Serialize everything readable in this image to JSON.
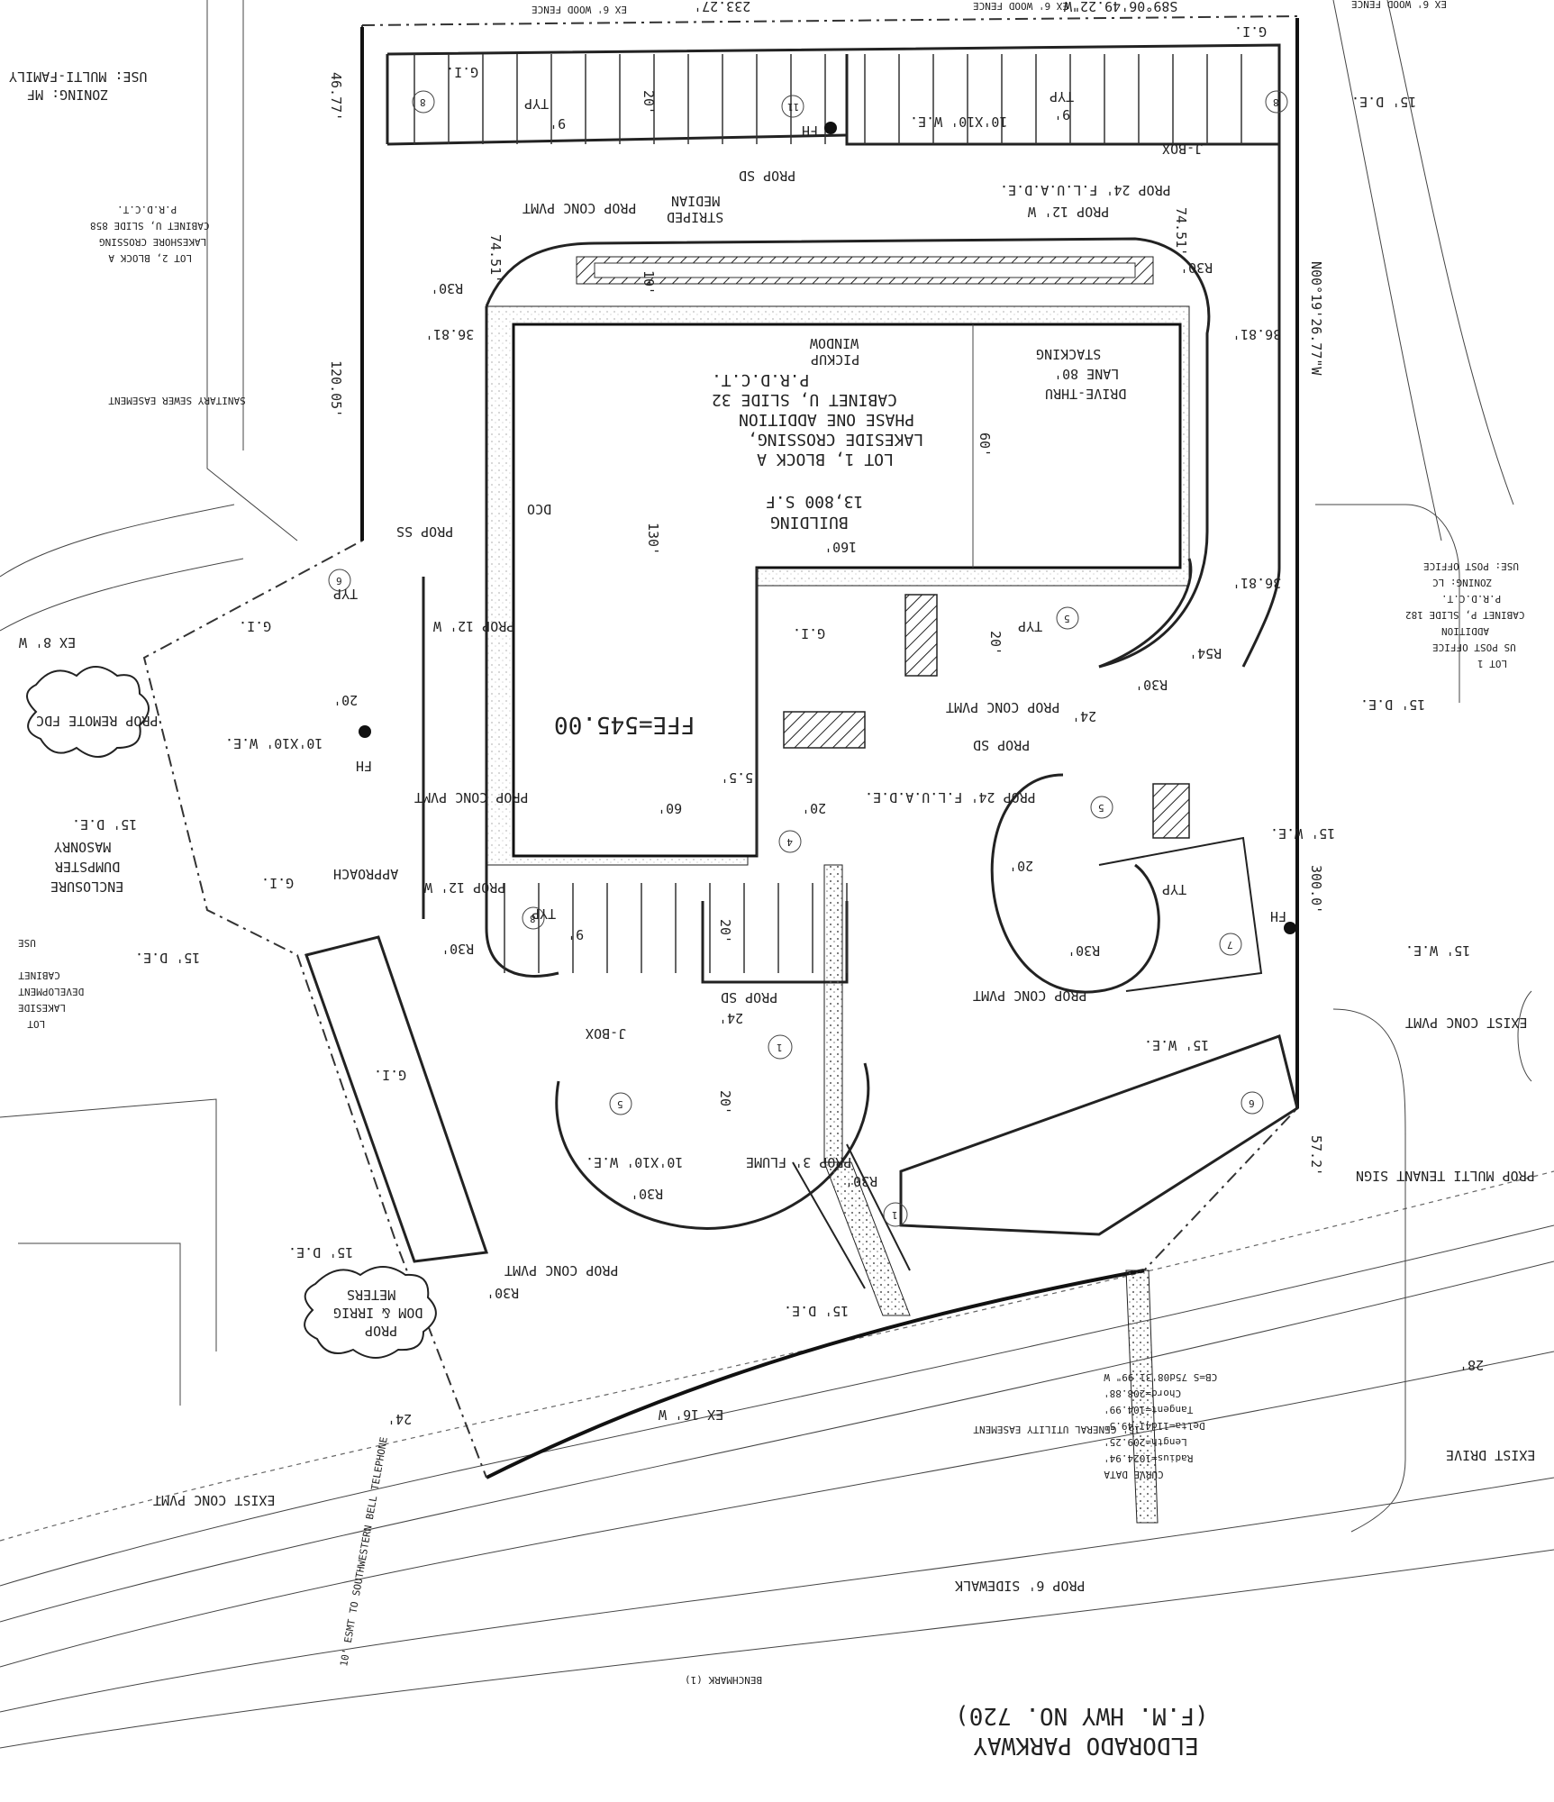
{
  "labels": {
    "roadway": "ELDORADO PARKWAY",
    "roadway_hwy": "(F.M. HWY NO. 720)",
    "building_title": "BUILDING",
    "building_area": "13,800 S.F",
    "lot_1": "LOT 1, BLOCK A",
    "lot_addition_1": "LAKESIDE CROSSING,",
    "lot_addition_2": "PHASE ONE ADDITION",
    "lot_cabinet": "CABINET U, SLIDE 32",
    "lot_prdct": "P.R.D.C.T.",
    "ffe": "FFE=545.00",
    "drive_thru_1": "DRIVE-THRU",
    "drive_thru_2": "LANE 80'",
    "drive_thru_3": "STACKING",
    "pickup_1": "PICKUP",
    "pickup_2": "WINDOW",
    "striped_1": "STRIPED",
    "striped_2": "MEDIAN",
    "prop_conc_pvmt": "PROP CONC PVMT",
    "prop_sd": "PROP SD",
    "prop_12w": "PROP 12' W",
    "prop_24_fluade": "PROP 24' F.L.U.A.D.E.",
    "remote_fdc": "PROP REMOTE FDC",
    "dumpster_1": "MASONRY",
    "dumpster_2": "DUMPSTER",
    "dumpster_3": "ENCLOSURE",
    "dom_irrig_1": "PROP",
    "dom_irrig_2": "DOM & IRRIG",
    "dom_irrig_3": "METERS",
    "tenant_sign": "PROP MULTI TENANT SIGN",
    "exist_drive": "EXIST DRIVE",
    "exist_conc_pvmt": "EXIST CONC PVMT",
    "sidewalk": "PROP 6' SIDEWALK",
    "approach": "APPROACH",
    "jbox": "J-BOX",
    "flume": "PROP 3' FLUME",
    "we_10x10": "10'X10' W.E.",
    "we_15": "15' W.E.",
    "de_15": "15' D.E.",
    "ex_fence": "EX 6' WOOD FENCE",
    "bearing_top": "S89°06'49.22\"W",
    "bearing_right": "N00°19'26.77\"W",
    "dim_233": "233.27'",
    "dim_300": "300.0'",
    "dim_120": "120.05'",
    "dim_46": "46.77'",
    "dim_57": "57.2'",
    "dim_28": "28'",
    "dim_24": "24'",
    "dim_20": "20'",
    "dim_9": "9'",
    "dim_10": "10'",
    "dim_60": "60'",
    "dim_130": "130'",
    "dim_160": "160'",
    "dim_5_5": "5.5'",
    "dim_74_51": "74.51'",
    "dim_36_81": "36.81'",
    "dim_r30": "R30'",
    "dim_r54": "R54'",
    "typ": "TYP",
    "gi": "G.I.",
    "fh": "FH",
    "dco": "DCO",
    "prop_ss": "PROP SS",
    "ex_8w": "EX 8' W",
    "ex_16w": "EX 16' W",
    "curve_data_title": "CURVE DATA",
    "curve_radius": "Radius=1024.94'",
    "curve_length": "Length=209.25'",
    "curve_delta": "Delta=11d41'49.5\"",
    "curve_tangent": "Tangent=104.99'",
    "curve_chord": "Chord=208.88'",
    "curve_cb": "CB=S 75d08'31.99\" W",
    "zoning_w_1": "ZONING: MF",
    "zoning_w_2": "USE: MULTI-FAMILY",
    "lot2_1": "LOT 2, BLOCK A",
    "lot2_2": "LAKESHORE CROSSING",
    "lot2_3": "CABINET U, SLIDE 858",
    "lot2_4": "P.R.D.C.T.",
    "lot1_east_1": "LOT 1",
    "lot1_east_2": "US POST OFFICE",
    "lot1_east_3": "ADDITION",
    "lot1_east_4": "CABINET P, SLIDE 182",
    "lot1_east_5": "P.R.D.C.T.",
    "lot1_east_6": "ZONING: LC",
    "lot1_east_7": "USE: POST OFFICE",
    "lot_sw_1": "LOT",
    "lot_sw_2": "LAKESIDE",
    "lot_sw_3": "DEVELOPMENT",
    "lot_sw_4": "CABINET",
    "lot_sw_5": "USE",
    "benchmark": "BENCHMARK (1)",
    "bell_tel": "10' ESMT TO SOUTHWESTERN BELL TELEPHONE",
    "gen_util": "15' GENERAL UTILITY EASEMENT",
    "sanitary": "SANITARY SEWER EASEMENT"
  },
  "markers": {
    "stall_count_4": "4",
    "stall_count_5": "5",
    "stall_count_6": "6",
    "stall_count_7": "7",
    "stall_count_8": "8",
    "stall_count_11": "11",
    "keynote_1": "1"
  }
}
